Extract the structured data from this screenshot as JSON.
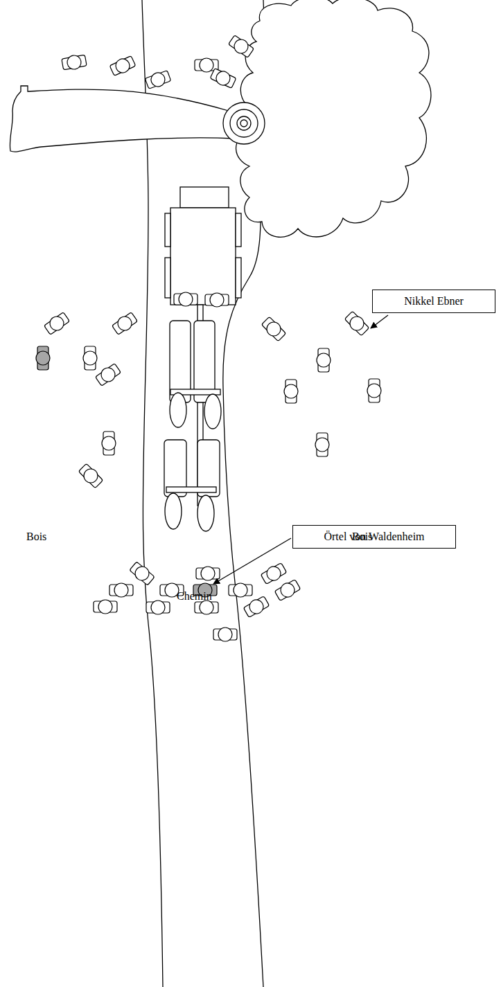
{
  "diagram": {
    "nodes": [
      {
        "text": [
          "Nikkel Ebner"
        ]
      },
      {
        "text": [
          "Örtel von Waldenheim"
        ]
      }
    ],
    "labels": [
      "Bois",
      "Bois",
      "Chemin"
    ]
  }
}
